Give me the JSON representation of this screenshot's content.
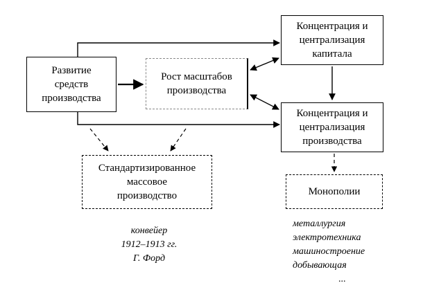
{
  "diagram": {
    "nodes": {
      "development": "Развитие\nсредств\nпроизводства",
      "scale": "Рост масштабов\nпроизводства",
      "capital": "Концентрация и\nцентрализация\nкапитала",
      "production": "Концентрация и\nцентрализация\nпроизводства",
      "standard": "Стандартизированное\nмассовое\nпроизводство",
      "monopolies": "Монополии"
    },
    "notes": {
      "ford": [
        "конвейер",
        "1912–1913 гг.",
        "Г. Форд"
      ],
      "industries": [
        "металлургия",
        "электротехника",
        "машиностроение",
        "добывающая",
        "..."
      ]
    }
  }
}
